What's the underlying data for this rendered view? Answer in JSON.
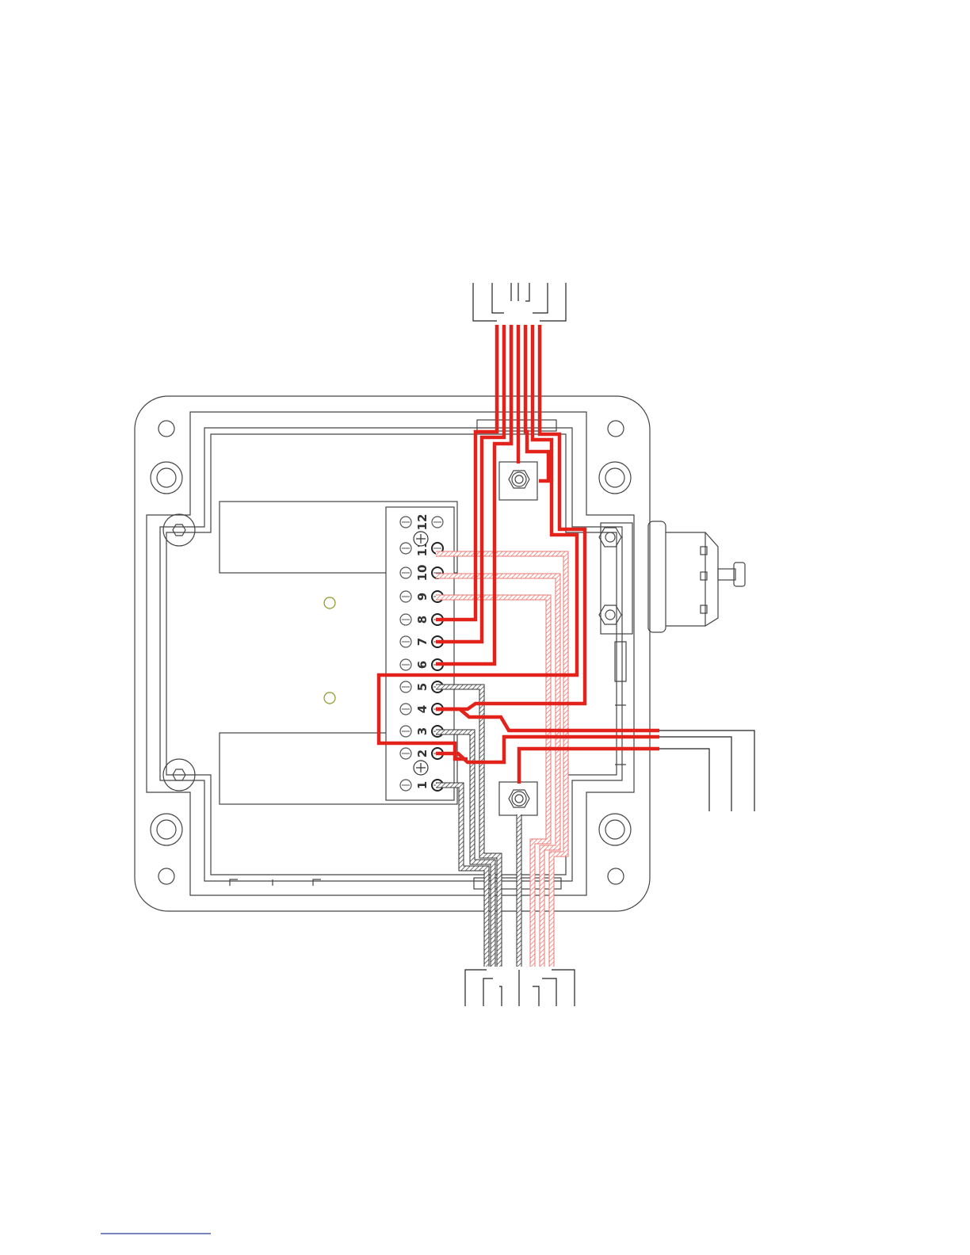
{
  "diagram": {
    "terminal_block": {
      "terminal_labels": [
        "1",
        "2",
        "3",
        "4",
        "5",
        "6",
        "7",
        "8",
        "9",
        "10",
        "11",
        "12"
      ]
    },
    "colors": {
      "wire_red": "#e3231b",
      "shield_red": "#e97a72",
      "wire_black": "#222222",
      "outline": "#444444"
    }
  }
}
